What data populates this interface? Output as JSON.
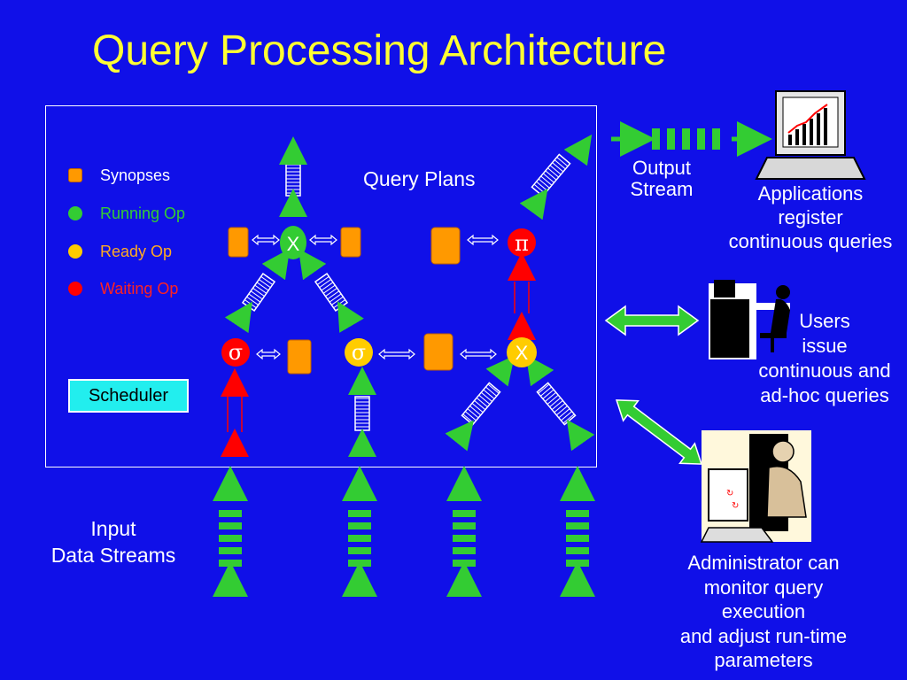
{
  "title": "Query Processing Architecture",
  "legend": {
    "synopses": "Synopses",
    "running": "Running Op",
    "ready": "Ready Op",
    "waiting": "Waiting Op"
  },
  "scheduler": "Scheduler",
  "query_plans": "Query Plans",
  "operators": {
    "join_top": "X",
    "project": "π",
    "select_left": "σ",
    "select_mid": "σ",
    "join_right": "X"
  },
  "output_stream": [
    "Output",
    "Stream"
  ],
  "applications": [
    "Applications",
    "register",
    "continuous queries"
  ],
  "users": [
    "Users",
    "issue",
    "continuous and",
    "ad-hoc queries"
  ],
  "input_streams": [
    "Input",
    "Data Streams"
  ],
  "administrator": [
    "Administrator can",
    "monitor query",
    "execution",
    "and adjust run-time",
    "parameters"
  ],
  "colors": {
    "background": "#1010e8",
    "title": "#ffff33",
    "synopsis": "#ff9900",
    "running": "#33cc33",
    "ready": "#ffcc00",
    "waiting": "#ff0000",
    "arrow": "#33cc33",
    "scheduler": "#22eeee"
  }
}
